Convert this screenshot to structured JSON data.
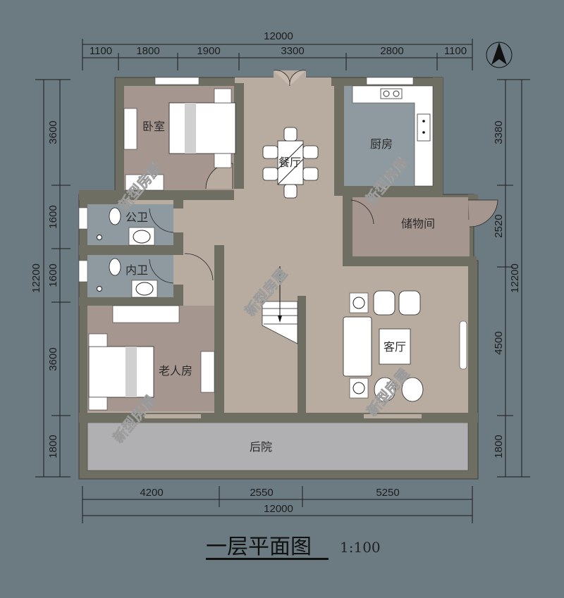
{
  "plan": {
    "title": "一层平面图",
    "scale": "1:100"
  },
  "colors": {
    "background": "#6c7a82",
    "wall": "#6e6e62",
    "wall_dark": "#5c5c52",
    "public_floor": "#b8aca0",
    "bedroom_floor": "#a69690",
    "wet_floor": "#8e9aa0",
    "yard_floor": "#b0b0b2",
    "fixture": "#ffffff",
    "dim_line": "#1c1c1c"
  },
  "rooms": {
    "bedroom": "卧室",
    "dining": "餐厅",
    "kitchen": "厨房",
    "storage": "储物间",
    "public_bath": "公卫",
    "ensuite_bath": "内卫",
    "elder_room": "老人房",
    "living": "客厅",
    "backyard": "后院"
  },
  "dimensions": {
    "top_total": "12000",
    "top_segments": [
      "1100",
      "1800",
      "1900",
      "3300",
      "2800",
      "1100"
    ],
    "bottom_total": "12000",
    "bottom_segments": [
      "4200",
      "2550",
      "5250"
    ],
    "left_total": "12200",
    "left_segments": [
      "3600",
      "1600",
      "1600",
      "3600",
      "1800"
    ],
    "right_total": "12200",
    "right_segments": [
      "3380",
      "2520",
      "4500",
      "1800"
    ]
  },
  "compass": {
    "label": "north-arrow"
  },
  "watermark": "新型房屋"
}
